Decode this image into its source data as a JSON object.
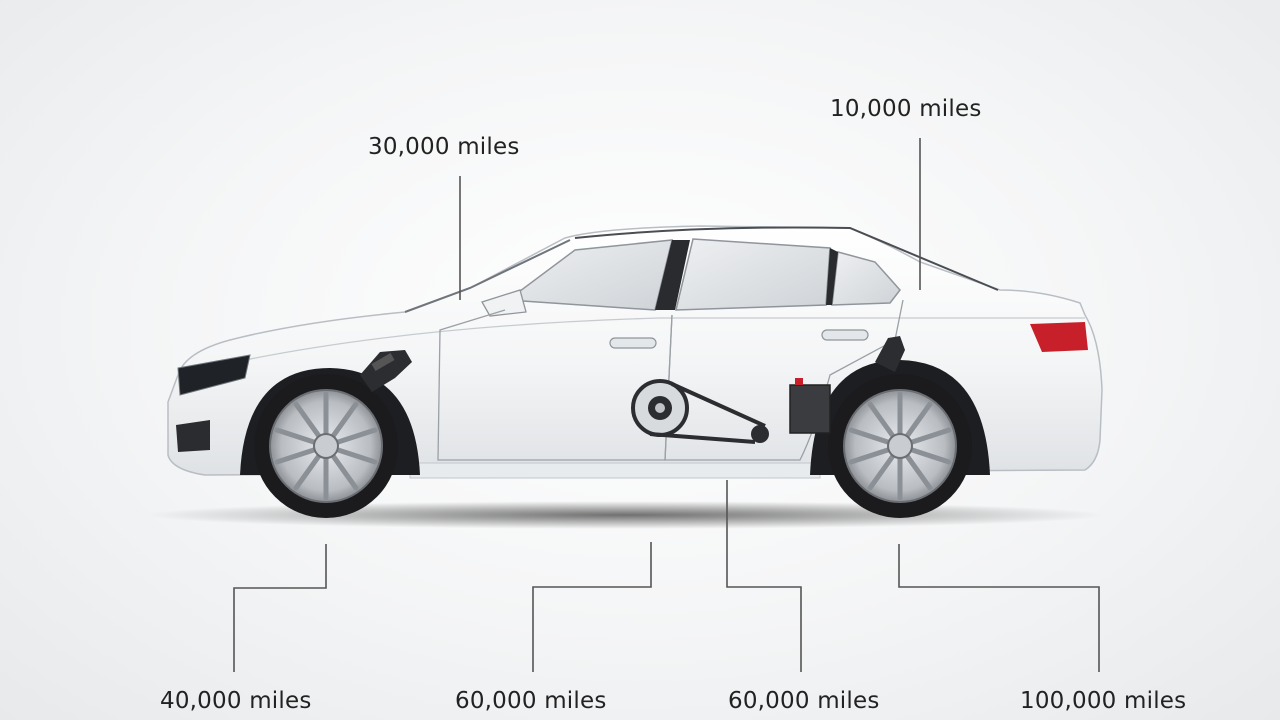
{
  "labels": {
    "top_left": "30,000 miles",
    "top_right": "10,000 miles",
    "bottom_1": "40,000 miles",
    "bottom_2": "60,000 miles",
    "bottom_3": "60,000 miles",
    "bottom_4": "100,000 miles"
  },
  "colors": {
    "body": "#f6f7f8",
    "outline": "#b9bec4",
    "window": "#d2d6da",
    "tire": "#1b1b1d",
    "leader_line": "#555555",
    "tail_light": "#c8202a"
  }
}
